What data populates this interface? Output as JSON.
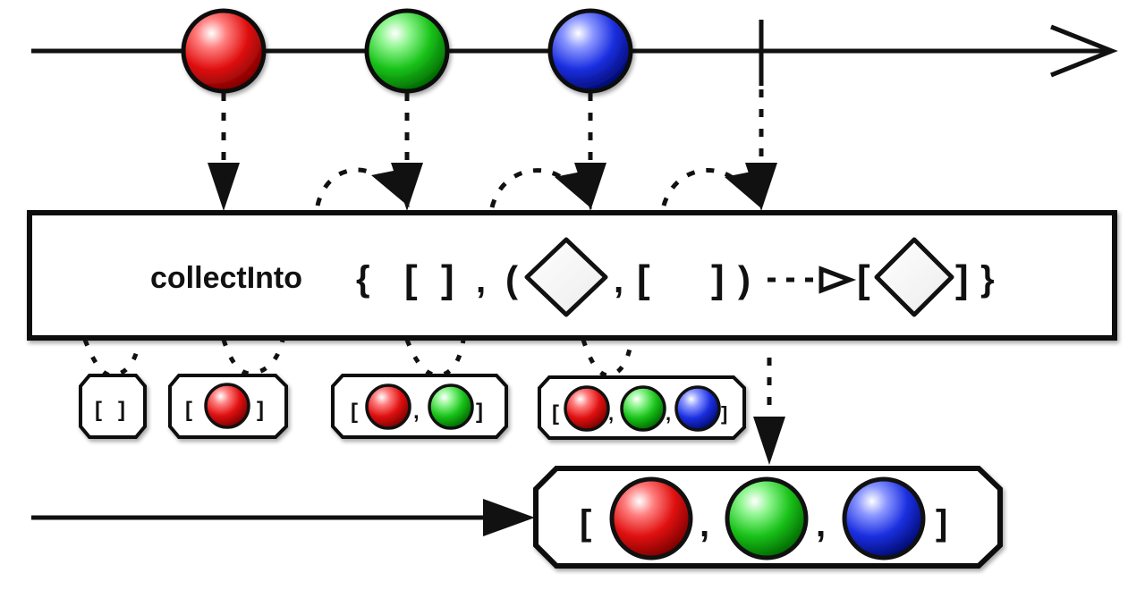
{
  "operator": {
    "name": "collectInto",
    "open_brace": "{",
    "close_brace": "}",
    "open_bracket": "[",
    "close_bracket": "]",
    "comma": ",",
    "open_paren": "(",
    "close_paren": ")"
  },
  "colors": {
    "red": "#e01010",
    "green": "#19c219",
    "blue": "#1b2fe0",
    "stroke": "#111111",
    "shape_fill": "#ffffff"
  },
  "source": {
    "marbles": [
      "red",
      "green",
      "blue"
    ],
    "completes": true
  },
  "intermediate_collections": [
    {
      "items": []
    },
    {
      "items": [
        "red"
      ]
    },
    {
      "items": [
        "red",
        "green"
      ]
    },
    {
      "items": [
        "red",
        "green",
        "blue"
      ]
    }
  ],
  "result": {
    "items": [
      "red",
      "green",
      "blue"
    ]
  }
}
